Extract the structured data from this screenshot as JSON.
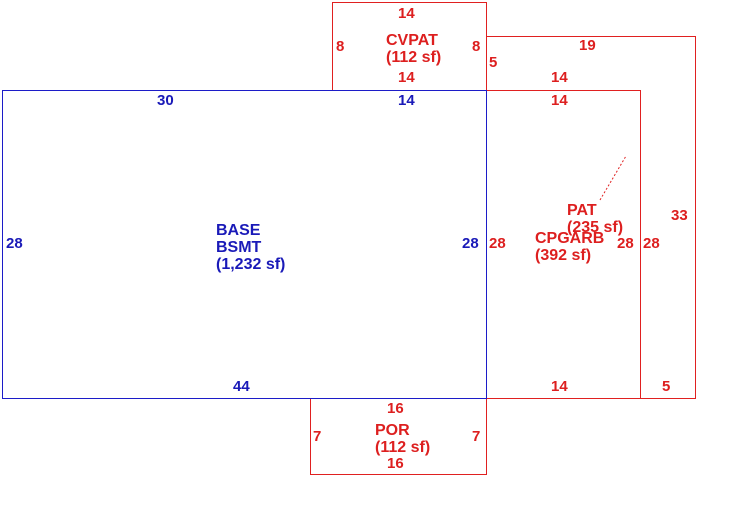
{
  "colors": {
    "base": "#1c1cc8",
    "addition": "#e02020",
    "background": "#ffffff"
  },
  "base": {
    "name1": "BASE",
    "name2": "BSMT",
    "area": "(1,232 sf)",
    "dims": {
      "top_left": "30",
      "top_right": "14",
      "left": "28",
      "right": "28",
      "bottom": "44"
    }
  },
  "cvpat": {
    "name": "CVPAT",
    "area": "(112 sf)",
    "dims": {
      "top": "14",
      "left": "8",
      "right": "8",
      "bottom": "14"
    }
  },
  "pat": {
    "name": "PAT",
    "area": "(235 sf)",
    "dims": {
      "top": "19",
      "left": "5",
      "right": "33",
      "bottom": "5"
    }
  },
  "cpgarb": {
    "name": "CPGARB",
    "area": "(392 sf)",
    "dims": {
      "top_outer": "14",
      "top_inner": "14",
      "left": "28",
      "right_inner": "28",
      "right_outer": "28",
      "bottom": "14"
    }
  },
  "por": {
    "name": "POR",
    "area": "(112 sf)",
    "dims": {
      "top": "16",
      "left": "7",
      "right": "7",
      "bottom": "16"
    }
  }
}
